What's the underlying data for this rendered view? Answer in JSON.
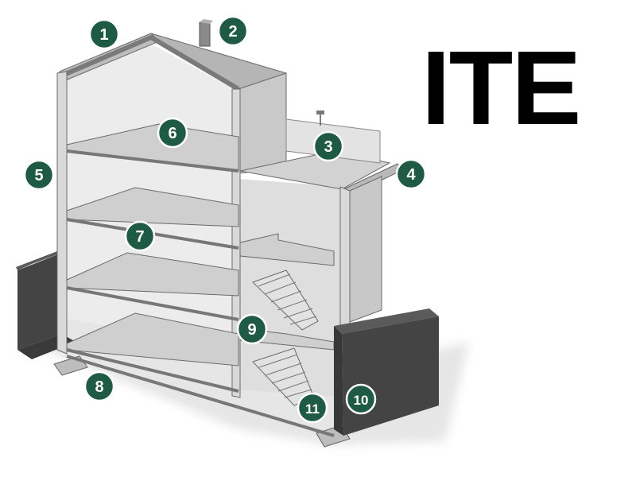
{
  "title": "ITE",
  "colors": {
    "badge": "#1f5a45",
    "badge_text": "#ffffff",
    "wall": "#d4d4d4",
    "floor": "#c8c8c8",
    "outline": "#6a6a6a",
    "block": "#4a4a4a"
  },
  "markers": [
    {
      "label": "1"
    },
    {
      "label": "2"
    },
    {
      "label": "3"
    },
    {
      "label": "4"
    },
    {
      "label": "5"
    },
    {
      "label": "6"
    },
    {
      "label": "7"
    },
    {
      "label": "8"
    },
    {
      "label": "9"
    },
    {
      "label": "10"
    },
    {
      "label": "11"
    }
  ]
}
